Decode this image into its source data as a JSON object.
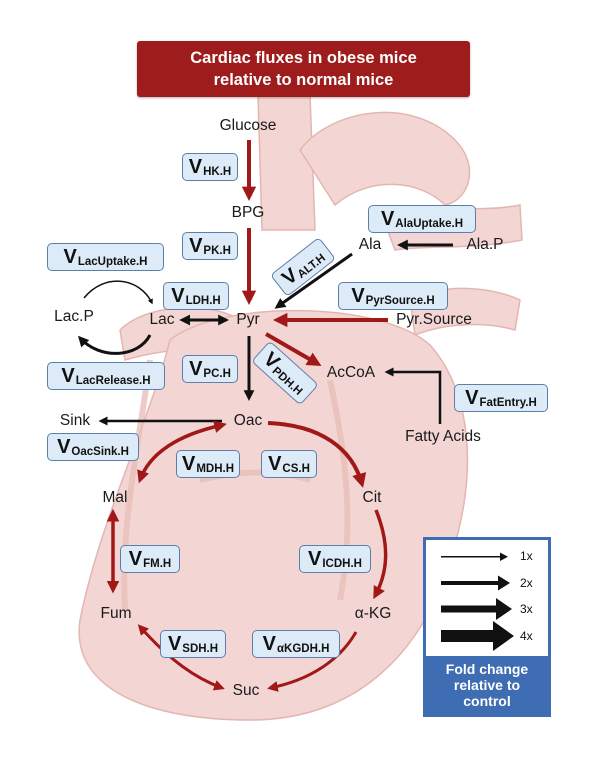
{
  "title": {
    "line1": "Cardiac fluxes in obese mice",
    "line2": "relative to normal mice"
  },
  "metabolites": {
    "glucose": "Glucose",
    "bpg": "BPG",
    "ala": "Ala",
    "ala_p": "Ala.P",
    "lac_p": "Lac.P",
    "lac": "Lac",
    "pyr": "Pyr",
    "pyr_source": "Pyr.Source",
    "accoa": "AcCoA",
    "sink": "Sink",
    "oac": "Oac",
    "fatty_acids": "Fatty Acids",
    "mal": "Mal",
    "cit": "Cit",
    "fum": "Fum",
    "akg": "α-KG",
    "suc": "Suc"
  },
  "fluxes": {
    "hk": {
      "v": "V",
      "sub": "HK.H"
    },
    "pk": {
      "v": "V",
      "sub": "PK.H"
    },
    "ala_uptake": {
      "v": "V",
      "sub": "AlaUptake.H"
    },
    "lac_uptake": {
      "v": "V",
      "sub": "LacUptake.H"
    },
    "alt": {
      "v": "V",
      "sub": "ALT.H"
    },
    "ldh": {
      "v": "V",
      "sub": "LDH.H"
    },
    "pyr_source": {
      "v": "V",
      "sub": "PyrSource.H"
    },
    "lac_release": {
      "v": "V",
      "sub": "LacRelease.H"
    },
    "pc": {
      "v": "V",
      "sub": "PC.H"
    },
    "pdh": {
      "v": "V",
      "sub": "PDH.H"
    },
    "fat_entry": {
      "v": "V",
      "sub": "FatEntry.H"
    },
    "oac_sink": {
      "v": "V",
      "sub": "OacSink.H"
    },
    "mdh": {
      "v": "V",
      "sub": "MDH.H"
    },
    "cs": {
      "v": "V",
      "sub": "CS.H"
    },
    "fm": {
      "v": "V",
      "sub": "FM.H"
    },
    "icdh": {
      "v": "V",
      "sub": "ICDH.H"
    },
    "sdh": {
      "v": "V",
      "sub": "SDH.H"
    },
    "akgdh": {
      "v": "V",
      "sub": "αKGDH.H"
    }
  },
  "legend": {
    "items": [
      {
        "label": "1x"
      },
      {
        "label": "2x"
      },
      {
        "label": "3x"
      },
      {
        "label": "4x"
      }
    ],
    "footer": [
      "Fold change",
      "relative to",
      "control"
    ]
  },
  "colors": {
    "title_bg": "#9e1c1c",
    "increased_flux": "#a01818",
    "unchanged_flux": "#111111",
    "flux_box_fill": "#dcebf7",
    "flux_box_border": "#5c7fa8",
    "legend_accent": "#3e6db4",
    "heart_fill": "#f2d3d0"
  }
}
